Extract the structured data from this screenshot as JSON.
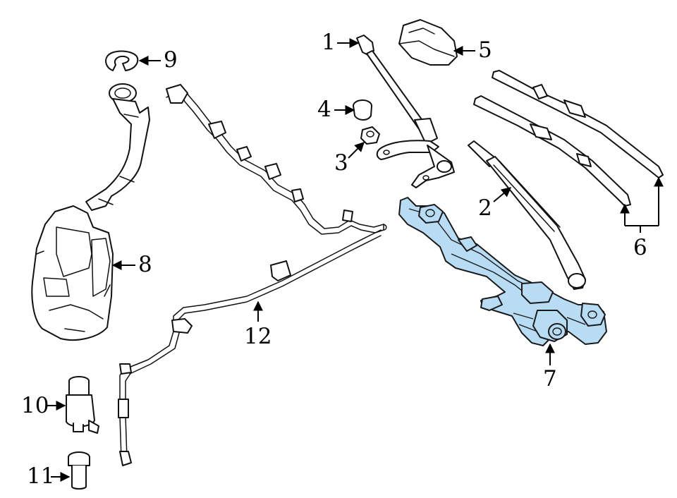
{
  "callouts": [
    {
      "id": "1",
      "label": "1",
      "part": "wiper-arm-driver"
    },
    {
      "id": "2",
      "label": "2",
      "part": "wiper-arm-passenger"
    },
    {
      "id": "3",
      "label": "3",
      "part": "arm-nut"
    },
    {
      "id": "4",
      "label": "4",
      "part": "nut-cap"
    },
    {
      "id": "5",
      "label": "5",
      "part": "pivot-cover"
    },
    {
      "id": "6",
      "label": "6",
      "part": "wiper-blades"
    },
    {
      "id": "7",
      "label": "7",
      "part": "wiper-motor-linkage"
    },
    {
      "id": "8",
      "label": "8",
      "part": "washer-reservoir"
    },
    {
      "id": "9",
      "label": "9",
      "part": "reservoir-cap"
    },
    {
      "id": "10",
      "label": "10",
      "part": "washer-pump"
    },
    {
      "id": "11",
      "label": "11",
      "part": "pump-grommet"
    },
    {
      "id": "12",
      "label": "12",
      "part": "washer-hose"
    }
  ],
  "colors": {
    "highlight": "#b9dcf5",
    "line": "#111111",
    "background": "#ffffff"
  }
}
